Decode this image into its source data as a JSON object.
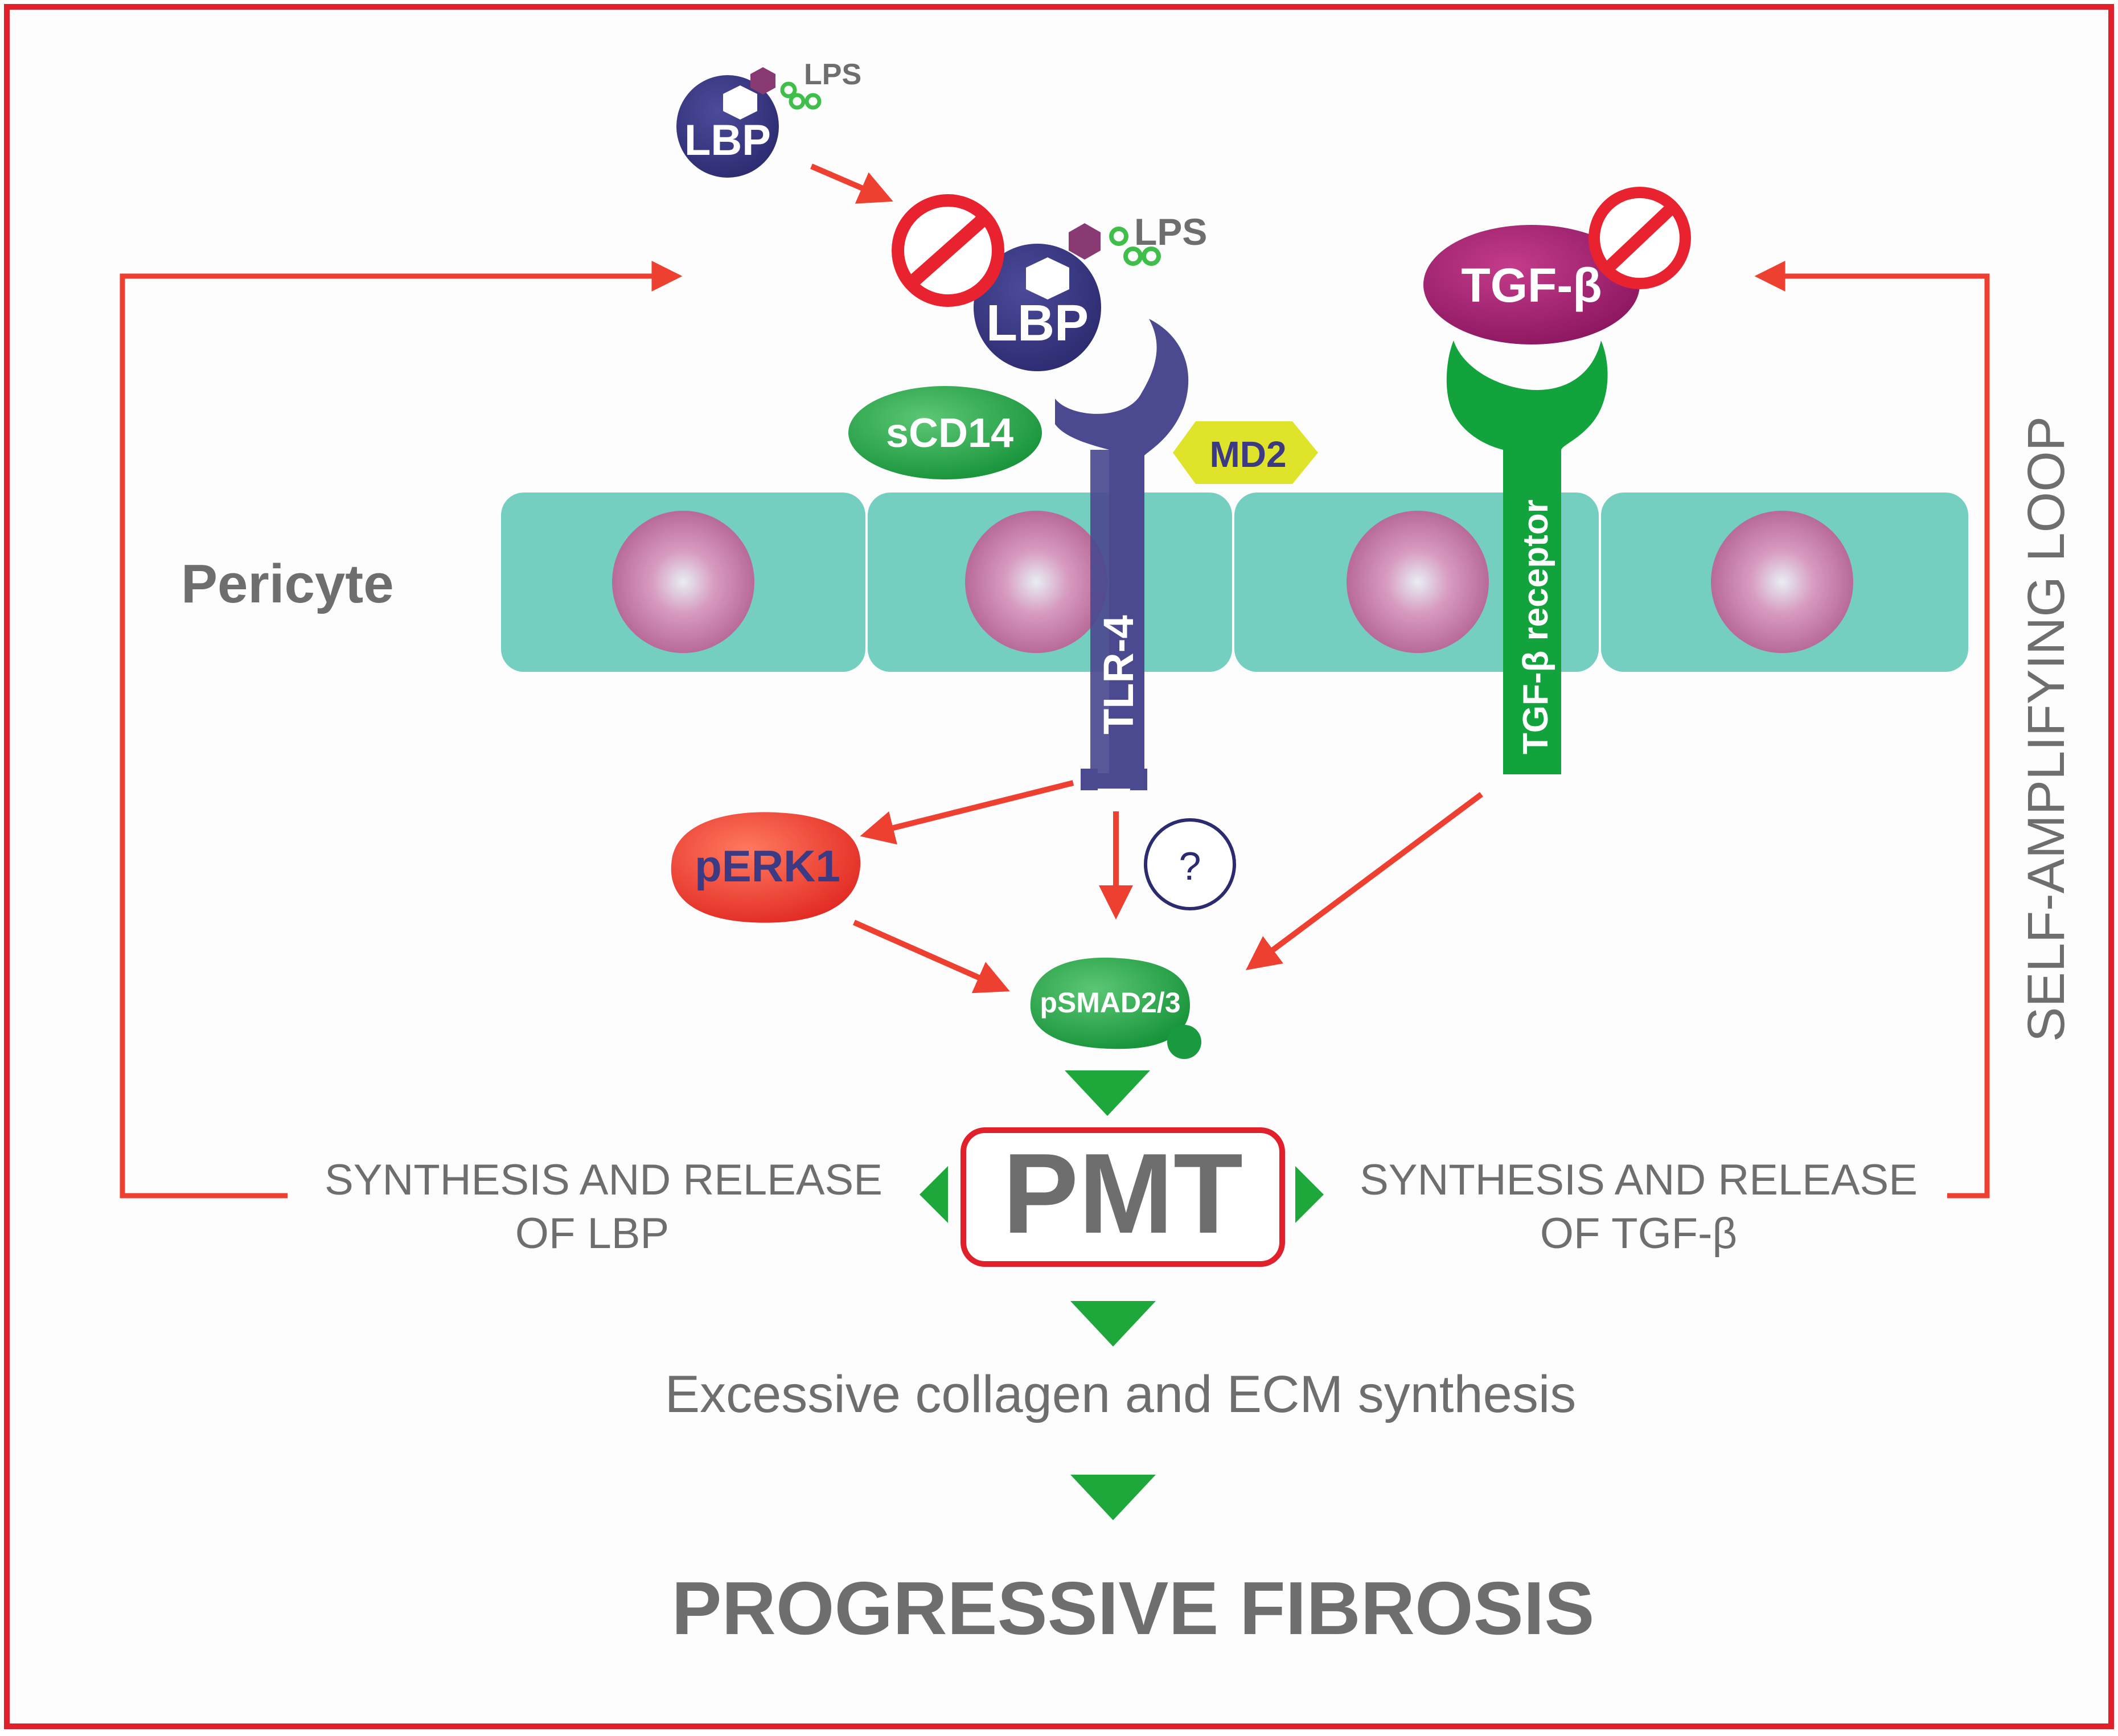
{
  "labels": {
    "lps_top": "LPS",
    "lbp_top": "LBP",
    "lps_bound": "LPS",
    "lbp_bound": "LBP",
    "tgf_beta": "TGF-β",
    "scd14": "sCD14",
    "md2": "MD2",
    "pericyte": "Pericyte",
    "tlr4": "TLR-4",
    "tgf_receptor": "TGF-β receptor",
    "perk1": "pERK1",
    "question": "?",
    "psmad": "pSMAD2/3",
    "pmt": "PMT",
    "synth_lbp_line1": "SYNTHESIS AND RELEASE",
    "synth_lbp_line2": "OF LBP",
    "synth_tgf_line1": "SYNTHESIS AND RELEASE",
    "synth_tgf_line2": "OF TGF-β",
    "loop": "SELF-AMPLIFYING LOOP",
    "collagen": "Excessive collagen and ECM synthesis",
    "fibrosis": "PROGRESSIVE FIBROSIS"
  },
  "colors": {
    "frame": "#e0202a",
    "arrow_red": "#ee4030",
    "flow_green": "#1ea83c",
    "lbp_navy": "#36357f",
    "tlr4_purple": "#4b4a90",
    "tgf_magenta": "#a51e6e",
    "receptor_green": "#12a33c",
    "scd14_green": "#2aa745",
    "md2_yellow": "#dfe42a",
    "cell_teal": "#75cfc0",
    "nucleus_pink": "#c67aa6",
    "perk_red": "#ec3a2e",
    "psmad_green": "#199a3f",
    "text_gray": "#6e6e6e",
    "no_sign": "#e8232f"
  }
}
